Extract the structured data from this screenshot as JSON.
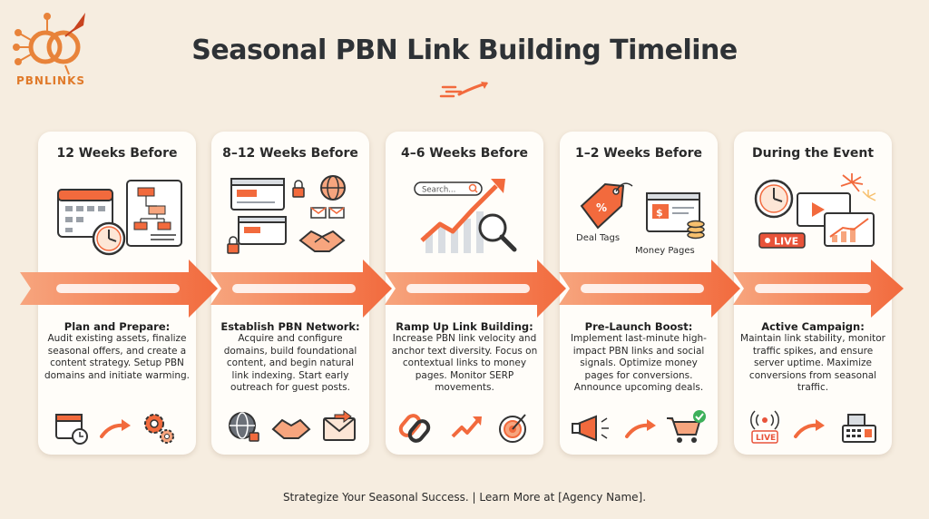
{
  "brand": {
    "logo_text": "PBNLINKS"
  },
  "header": {
    "title": "Seasonal PBN Link Building Timeline"
  },
  "colors": {
    "accent": "#f26a3d",
    "accent_light": "#f7a57e",
    "background": "#f6ede0",
    "card": "#fffdf9",
    "dark": "#2e3236",
    "logo": "#e07a2a"
  },
  "stages": [
    {
      "title": "12 Weeks Before",
      "subtitle": "Plan and Prepare:",
      "description": "Audit existing assets, finalize seasonal offers, and create a content strategy. Setup PBN domains and initiate warming.",
      "illustration_icons": [
        "calendar-icon",
        "clock-icon",
        "flowchart-icon"
      ],
      "bottom_icons": [
        "calendar-clock-icon",
        "arrow-icon",
        "gears-icon"
      ]
    },
    {
      "title": "8–12 Weeks Before",
      "subtitle": "Establish PBN Network:",
      "description": "Acquire and configure domains, build foundational content, and begin natural link indexing. Start early outreach for guest posts.",
      "illustration_icons": [
        "browser-windows-icon",
        "lock-icon",
        "globe-icon",
        "email-icon",
        "handshake-icon"
      ],
      "bottom_icons": [
        "globe-lock-icon",
        "handshake-icon",
        "envelope-icon"
      ]
    },
    {
      "title": "4–6 Weeks Before",
      "subtitle": "Ramp Up Link Building:",
      "description": "Increase PBN link velocity and anchor text diversity. Focus on contextual links to money pages. Monitor SERP movements.",
      "illustration_icons": [
        "search-bar-icon",
        "growth-chart-icon",
        "magnifier-icon"
      ],
      "search_placeholder": "Search...",
      "bottom_icons": [
        "chain-link-icon",
        "trend-up-icon",
        "target-icon"
      ]
    },
    {
      "title": "1–2 Weeks Before",
      "subtitle": "Pre-Launch Boost:",
      "description": "Implement last-minute high-impact PBN links and social signals. Optimize money pages for conversions. Announce upcoming deals.",
      "illustration_icons": [
        "price-tag-icon",
        "money-page-icon",
        "coins-icon"
      ],
      "labels": [
        "Deal Tags",
        "Money Pages"
      ],
      "bottom_icons": [
        "megaphone-icon",
        "arrow-icon",
        "cart-check-icon"
      ]
    },
    {
      "title": "During the Event",
      "subtitle": "Active Campaign:",
      "description": "Maintain link stability, monitor traffic spikes, and ensure server uptime. Maximize conversions from seasonal traffic.",
      "illustration_icons": [
        "clock-icon",
        "fireworks-icon",
        "live-badge-icon",
        "chart-screen-icon"
      ],
      "live_badge": "LIVE",
      "bottom_icons": [
        "broadcast-icon",
        "arrow-icon",
        "cash-register-icon"
      ],
      "bottom_badge": "LIVE"
    }
  ],
  "footer": {
    "text": "Strategize Your Seasonal Success. | Learn More at [Agency Name]."
  }
}
